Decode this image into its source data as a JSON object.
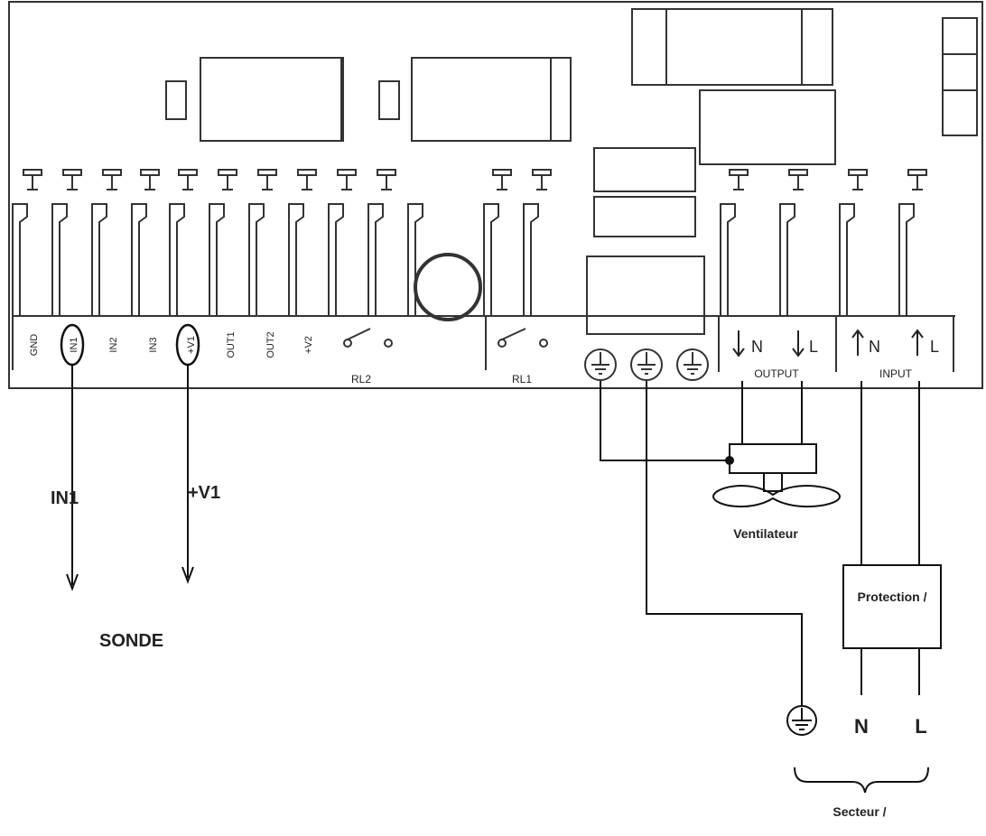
{
  "terminals": {
    "left": [
      {
        "label": "GND"
      },
      {
        "label": "IN1"
      },
      {
        "label": "IN2"
      },
      {
        "label": "IN3"
      },
      {
        "label": "+V1"
      },
      {
        "label": "OUT1"
      },
      {
        "label": "OUT2"
      },
      {
        "label": "+V2"
      }
    ],
    "relay2": "RL2",
    "relay1": "RL1"
  },
  "output": {
    "label": "OUTPUT",
    "n": "N",
    "l": "L"
  },
  "input": {
    "label": "INPUT",
    "n": "N",
    "l": "L"
  },
  "wires": {
    "in1": "IN1",
    "v1": "+V1",
    "sonde": "SONDE"
  },
  "components": {
    "fan": "Ventilateur",
    "protection": "Protection /",
    "mains": "Secteur /",
    "neutral": "N",
    "line": "L"
  }
}
